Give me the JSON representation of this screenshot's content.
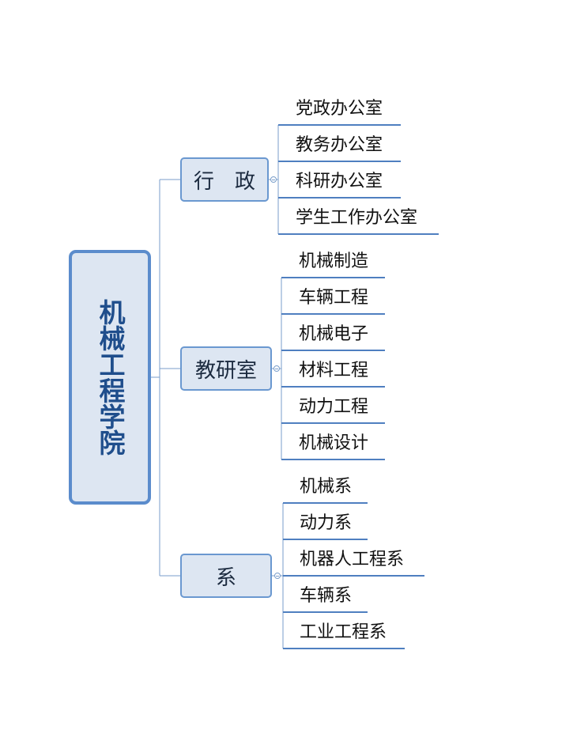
{
  "root": {
    "label": "机械工程学院"
  },
  "branches": [
    {
      "label": "行　政",
      "children": [
        "党政办公室",
        "教务办公室",
        "科研办公室",
        "学生工作办公室"
      ]
    },
    {
      "label": "教研室",
      "children": [
        "机械制造",
        "车辆工程",
        "机械电子",
        "材料工程",
        "动力工程",
        "机械设计"
      ]
    },
    {
      "label": "系",
      "children": [
        "机械系",
        "动力系",
        "机器人工程系",
        "车辆系",
        "工业工程系"
      ]
    }
  ],
  "colors": {
    "root_border": "#5b8ccc",
    "node_fill": "#dde6f2",
    "branch_border": "#6a98d0",
    "connector": "#7a9ecb",
    "leaf_underline": "#4f7fc0",
    "root_text": "#1f4e8c"
  }
}
